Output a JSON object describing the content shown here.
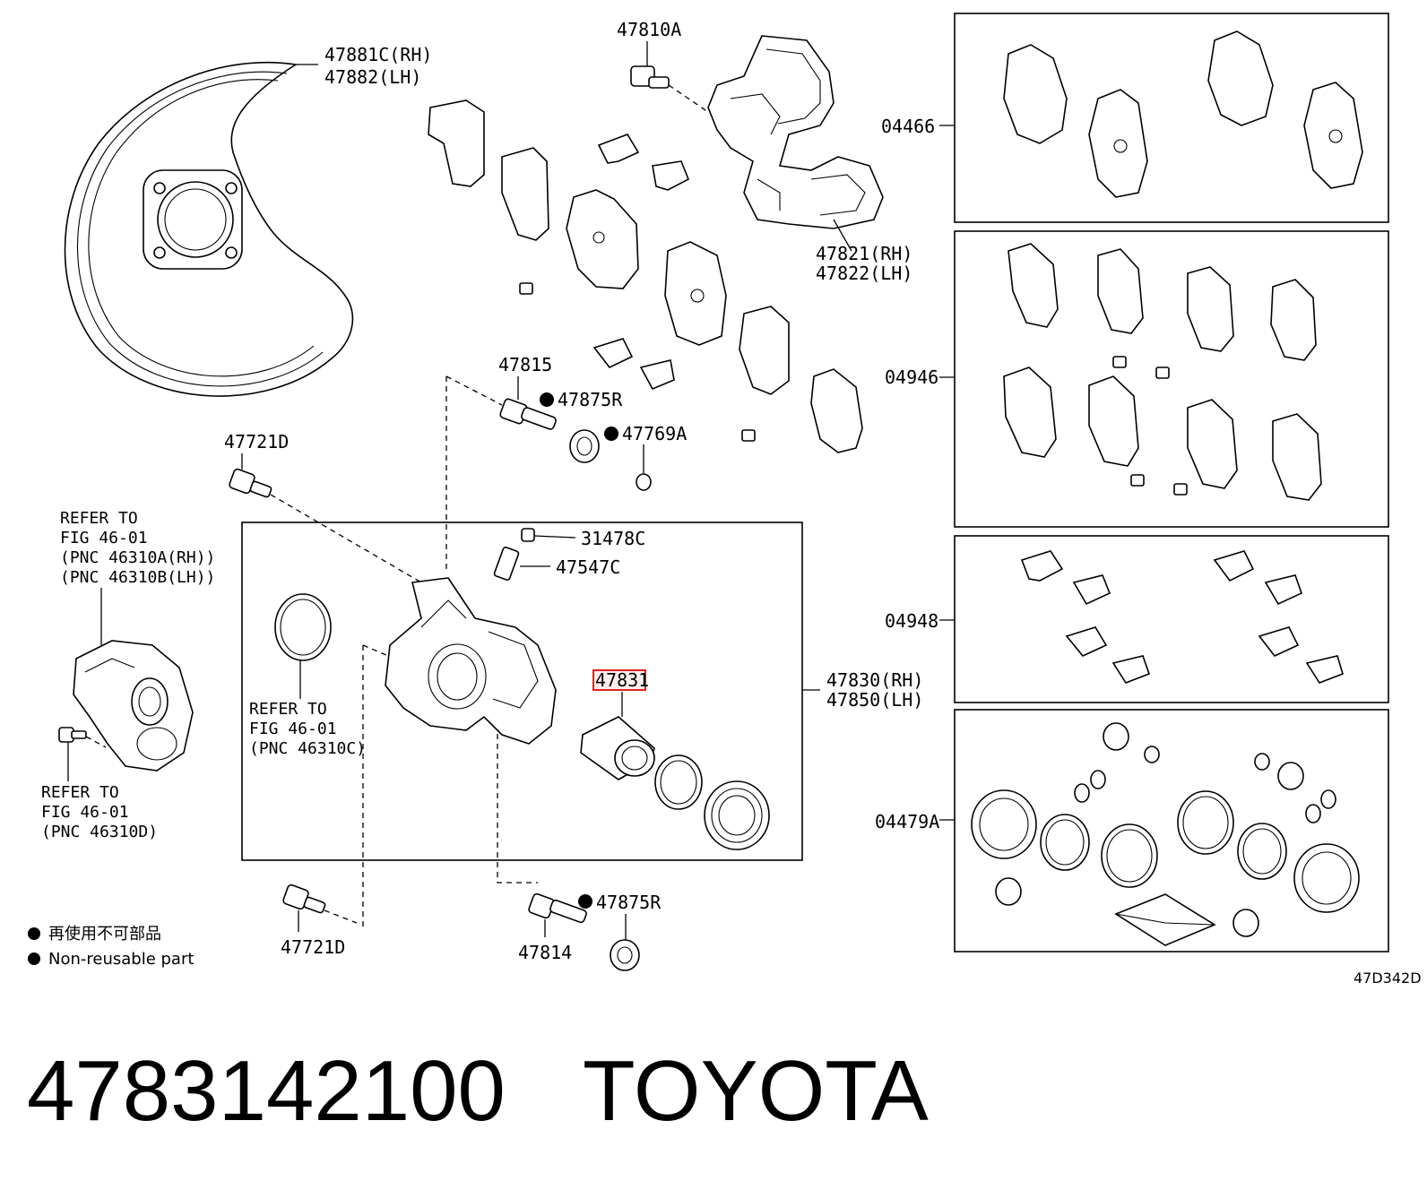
{
  "parts": {
    "p47881": "47881C(RH)",
    "p47882": "47882(LH)",
    "p47810": "47810A",
    "p47821": "47821(RH)",
    "p47822": "47822(LH)",
    "p47815": "47815",
    "p47875r_top": "47875R",
    "p47769": "47769A",
    "p47721_top": "47721D",
    "p31478": "31478C",
    "p47547": "47547C",
    "p47831": "47831",
    "p47830": "47830(RH)",
    "p47850": "47850(LH)",
    "p47875r_bot": "47875R",
    "p47814": "47814",
    "p47721_bot": "47721D",
    "kit_04466": "04466",
    "kit_04946": "04946",
    "kit_04948": "04948",
    "kit_04479": "04479A"
  },
  "refs": {
    "ref1": [
      "REFER TO",
      "FIG 46-01",
      "(PNC 46310A(RH))",
      "(PNC 46310B(LH))"
    ],
    "ref2": [
      "REFER TO",
      "FIG 46-01",
      "(PNC 46310C)"
    ],
    "ref3": [
      "REFER TO",
      "FIG 46-01",
      "(PNC 46310D)"
    ]
  },
  "legend": {
    "jp": "再使用不可部品",
    "en": "Non-reusable part"
  },
  "figure_code": "47D342D",
  "footer": {
    "part_number": "4783142100",
    "brand": "TOYOTA"
  },
  "colors": {
    "highlight": "#e02020"
  }
}
